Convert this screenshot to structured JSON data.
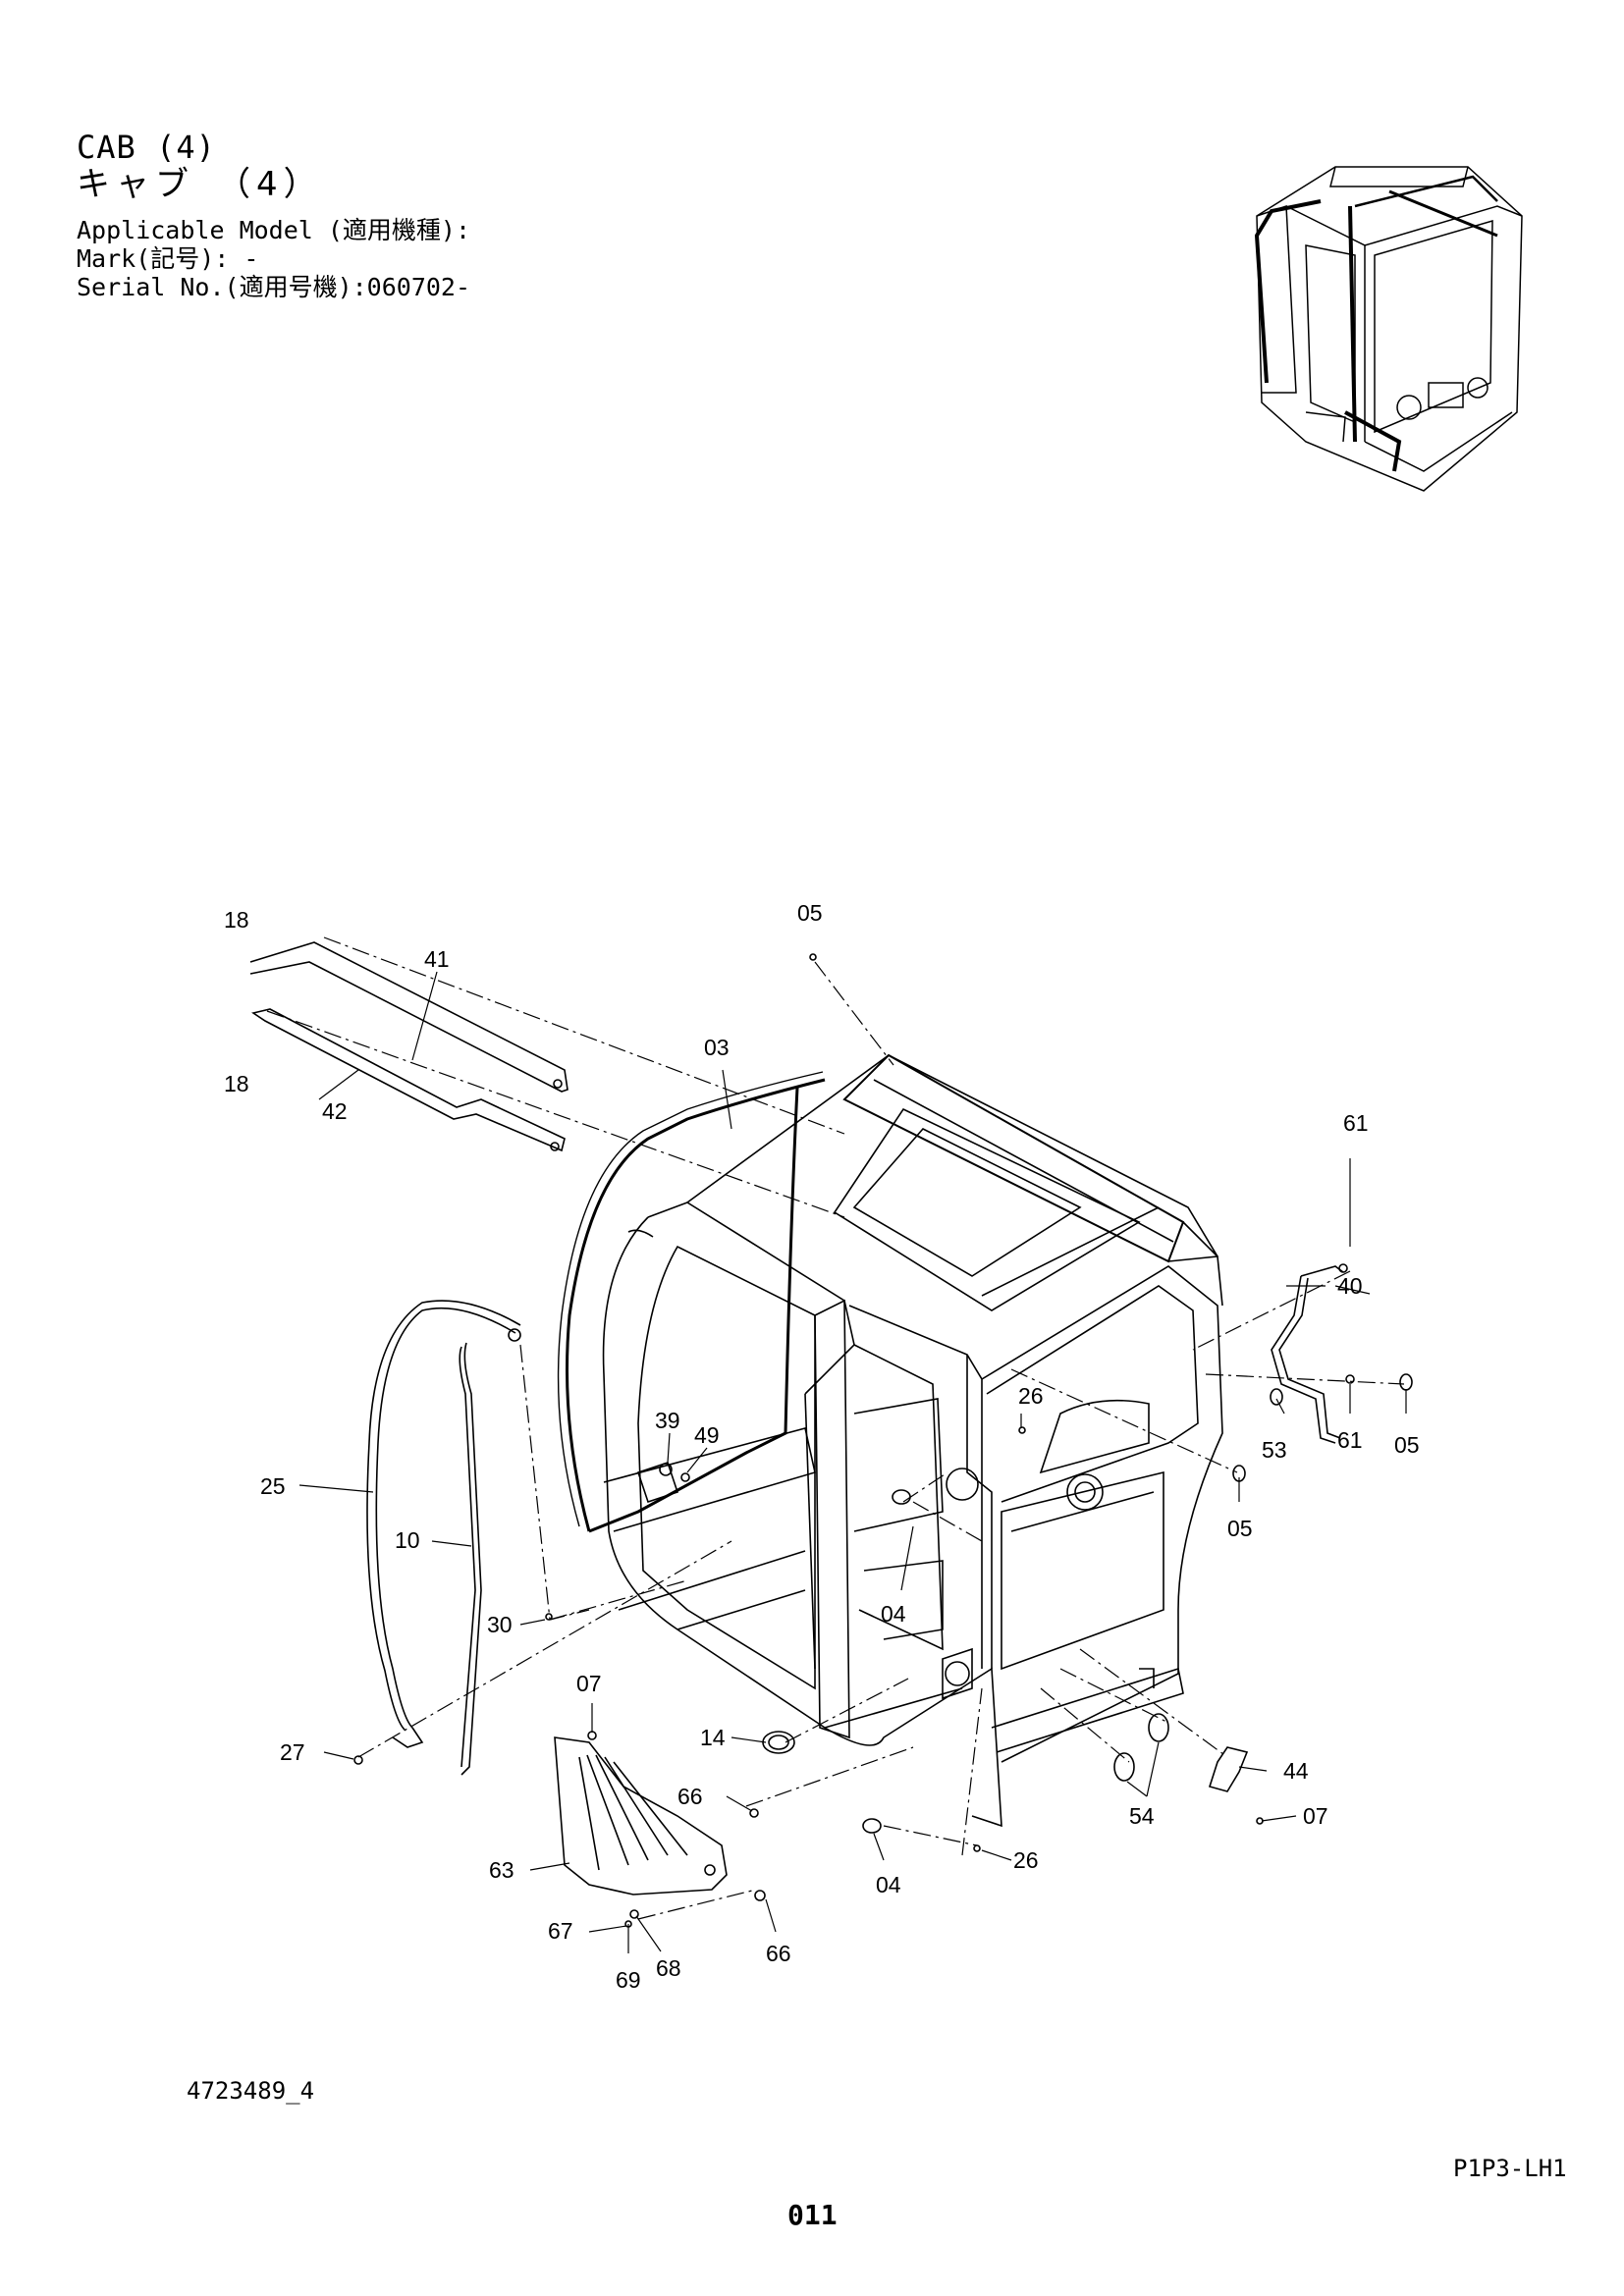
{
  "header": {
    "title_en": "CAB (4)",
    "title_jp": "キャブ　（4）",
    "model_line": "Applicable Model (適用機種):",
    "mark_line": "Mark(記号): -",
    "serial_line": "Serial No.(適用号機):060702-"
  },
  "callouts": [
    "18",
    "41",
    "18",
    "42",
    "05",
    "03",
    "61",
    "40",
    "61",
    "05",
    "53",
    "26",
    "39",
    "49",
    "25",
    "10",
    "30",
    "04",
    "05",
    "07",
    "14",
    "27",
    "66",
    "63",
    "67",
    "69",
    "68",
    "66",
    "04",
    "26",
    "44",
    "54",
    "07"
  ],
  "footer": {
    "drawing_no": "4723489_4",
    "page_code": "P1P3-LH1",
    "page_no": "011"
  }
}
